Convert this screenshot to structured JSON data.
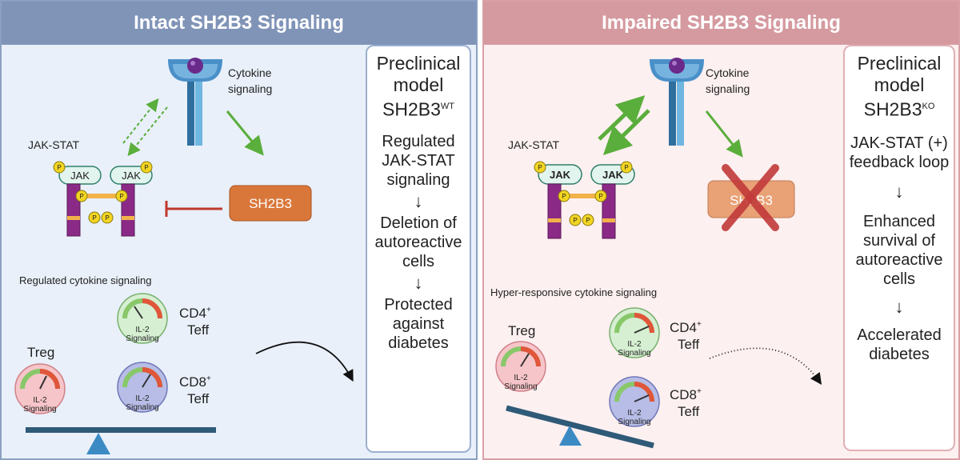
{
  "left": {
    "title": "Intact SH2B3 Signaling",
    "cytokine_label": [
      "Cytokine",
      "signaling"
    ],
    "jakstat_label": "JAK-STAT",
    "jak_label": "JAK",
    "p_label": "P",
    "sh2b3_label": "SH2B3",
    "caption": "Regulated cytokine signaling",
    "treg_label": "Treg",
    "gauge_label": [
      "IL-2",
      "Signaling"
    ],
    "cd4_label": [
      "CD4",
      "+",
      "Teff"
    ],
    "cd8_label": [
      "CD8",
      "+",
      "Teff"
    ],
    "box": {
      "heading": [
        "Preclinical",
        "model",
        "SH2B3",
        "WT"
      ],
      "steps": [
        [
          "Regulated",
          "JAK-STAT",
          "signaling"
        ],
        [
          "Deletion of",
          "autoreactive",
          "cells"
        ],
        [
          "Protected",
          "against",
          "diabetes"
        ]
      ],
      "arrow": "↓"
    }
  },
  "right": {
    "title": "Impaired SH2B3 Signaling",
    "cytokine_label": [
      "Cytokine",
      "signaling"
    ],
    "jakstat_label": "JAK-STAT",
    "jak_label": "JAK",
    "p_label": "P",
    "sh2b3_label": "SH2B3",
    "caption": "Hyper-responsive cytokine signaling",
    "treg_label": "Treg",
    "gauge_label": [
      "IL-2",
      "Signaling"
    ],
    "cd4_label": [
      "CD4",
      "+",
      "Teff"
    ],
    "cd8_label": [
      "CD8",
      "+",
      "Teff"
    ],
    "box": {
      "heading": [
        "Preclinical",
        "model",
        "SH2B3",
        "KO"
      ],
      "steps": [
        [
          "JAK-STAT (+)",
          "feedback loop"
        ],
        [
          "Enhanced",
          "survival of",
          "autoreactive",
          "cells"
        ],
        [
          "Accelerated",
          "diabetes"
        ]
      ],
      "arrow": "↓"
    }
  },
  "colors": {
    "left_banner": "#8094b8",
    "right_banner": "#d59aa0",
    "green_arrow": "#5aae3c",
    "inhibit_red": "#c0392b",
    "sh2b3_orange": "#d9773a",
    "receptor_purple": "#8b2a86",
    "jak_teal": "#e2f4ee",
    "p_yellow": "#f2d422",
    "seesaw_blue": "#2f5a78",
    "treg_pink": "#f6c5c9",
    "cd4_green": "#d6efd2",
    "cd8_purple": "#b7bde6"
  }
}
